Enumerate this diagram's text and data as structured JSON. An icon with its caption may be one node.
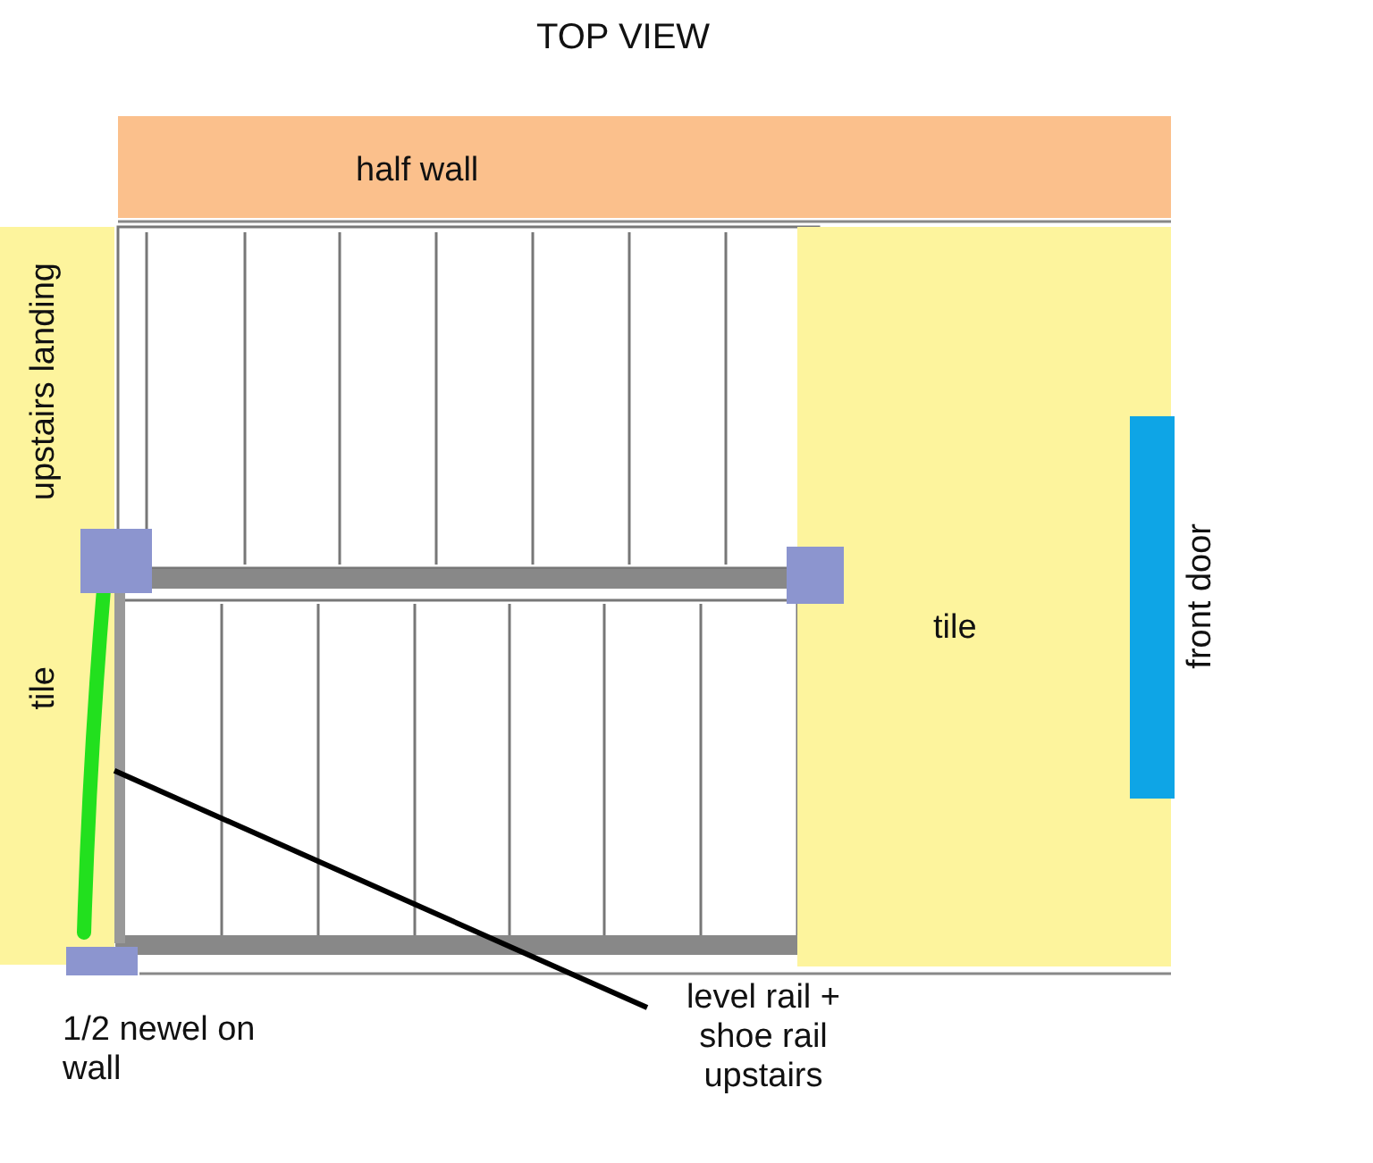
{
  "diagram": {
    "title": "TOP VIEW",
    "nodes": [
      {
        "text": [
          "half wall"
        ]
      },
      {
        "text": [
          "upstairs landing",
          "tile"
        ]
      },
      {
        "text": [
          "tile"
        ]
      },
      {
        "text": [
          "front door"
        ],
        "in": 2
      },
      {
        "text": [
          "level rail + shoe rail upstairs"
        ]
      },
      {
        "text": [],
        "shape": "bar",
        "in": 1
      }
    ],
    "edges": [
      {
        "from": 4,
        "to": 5,
        "arrow": "none"
      }
    ],
    "labels": [
      "1/2 newel on wall"
    ]
  }
}
